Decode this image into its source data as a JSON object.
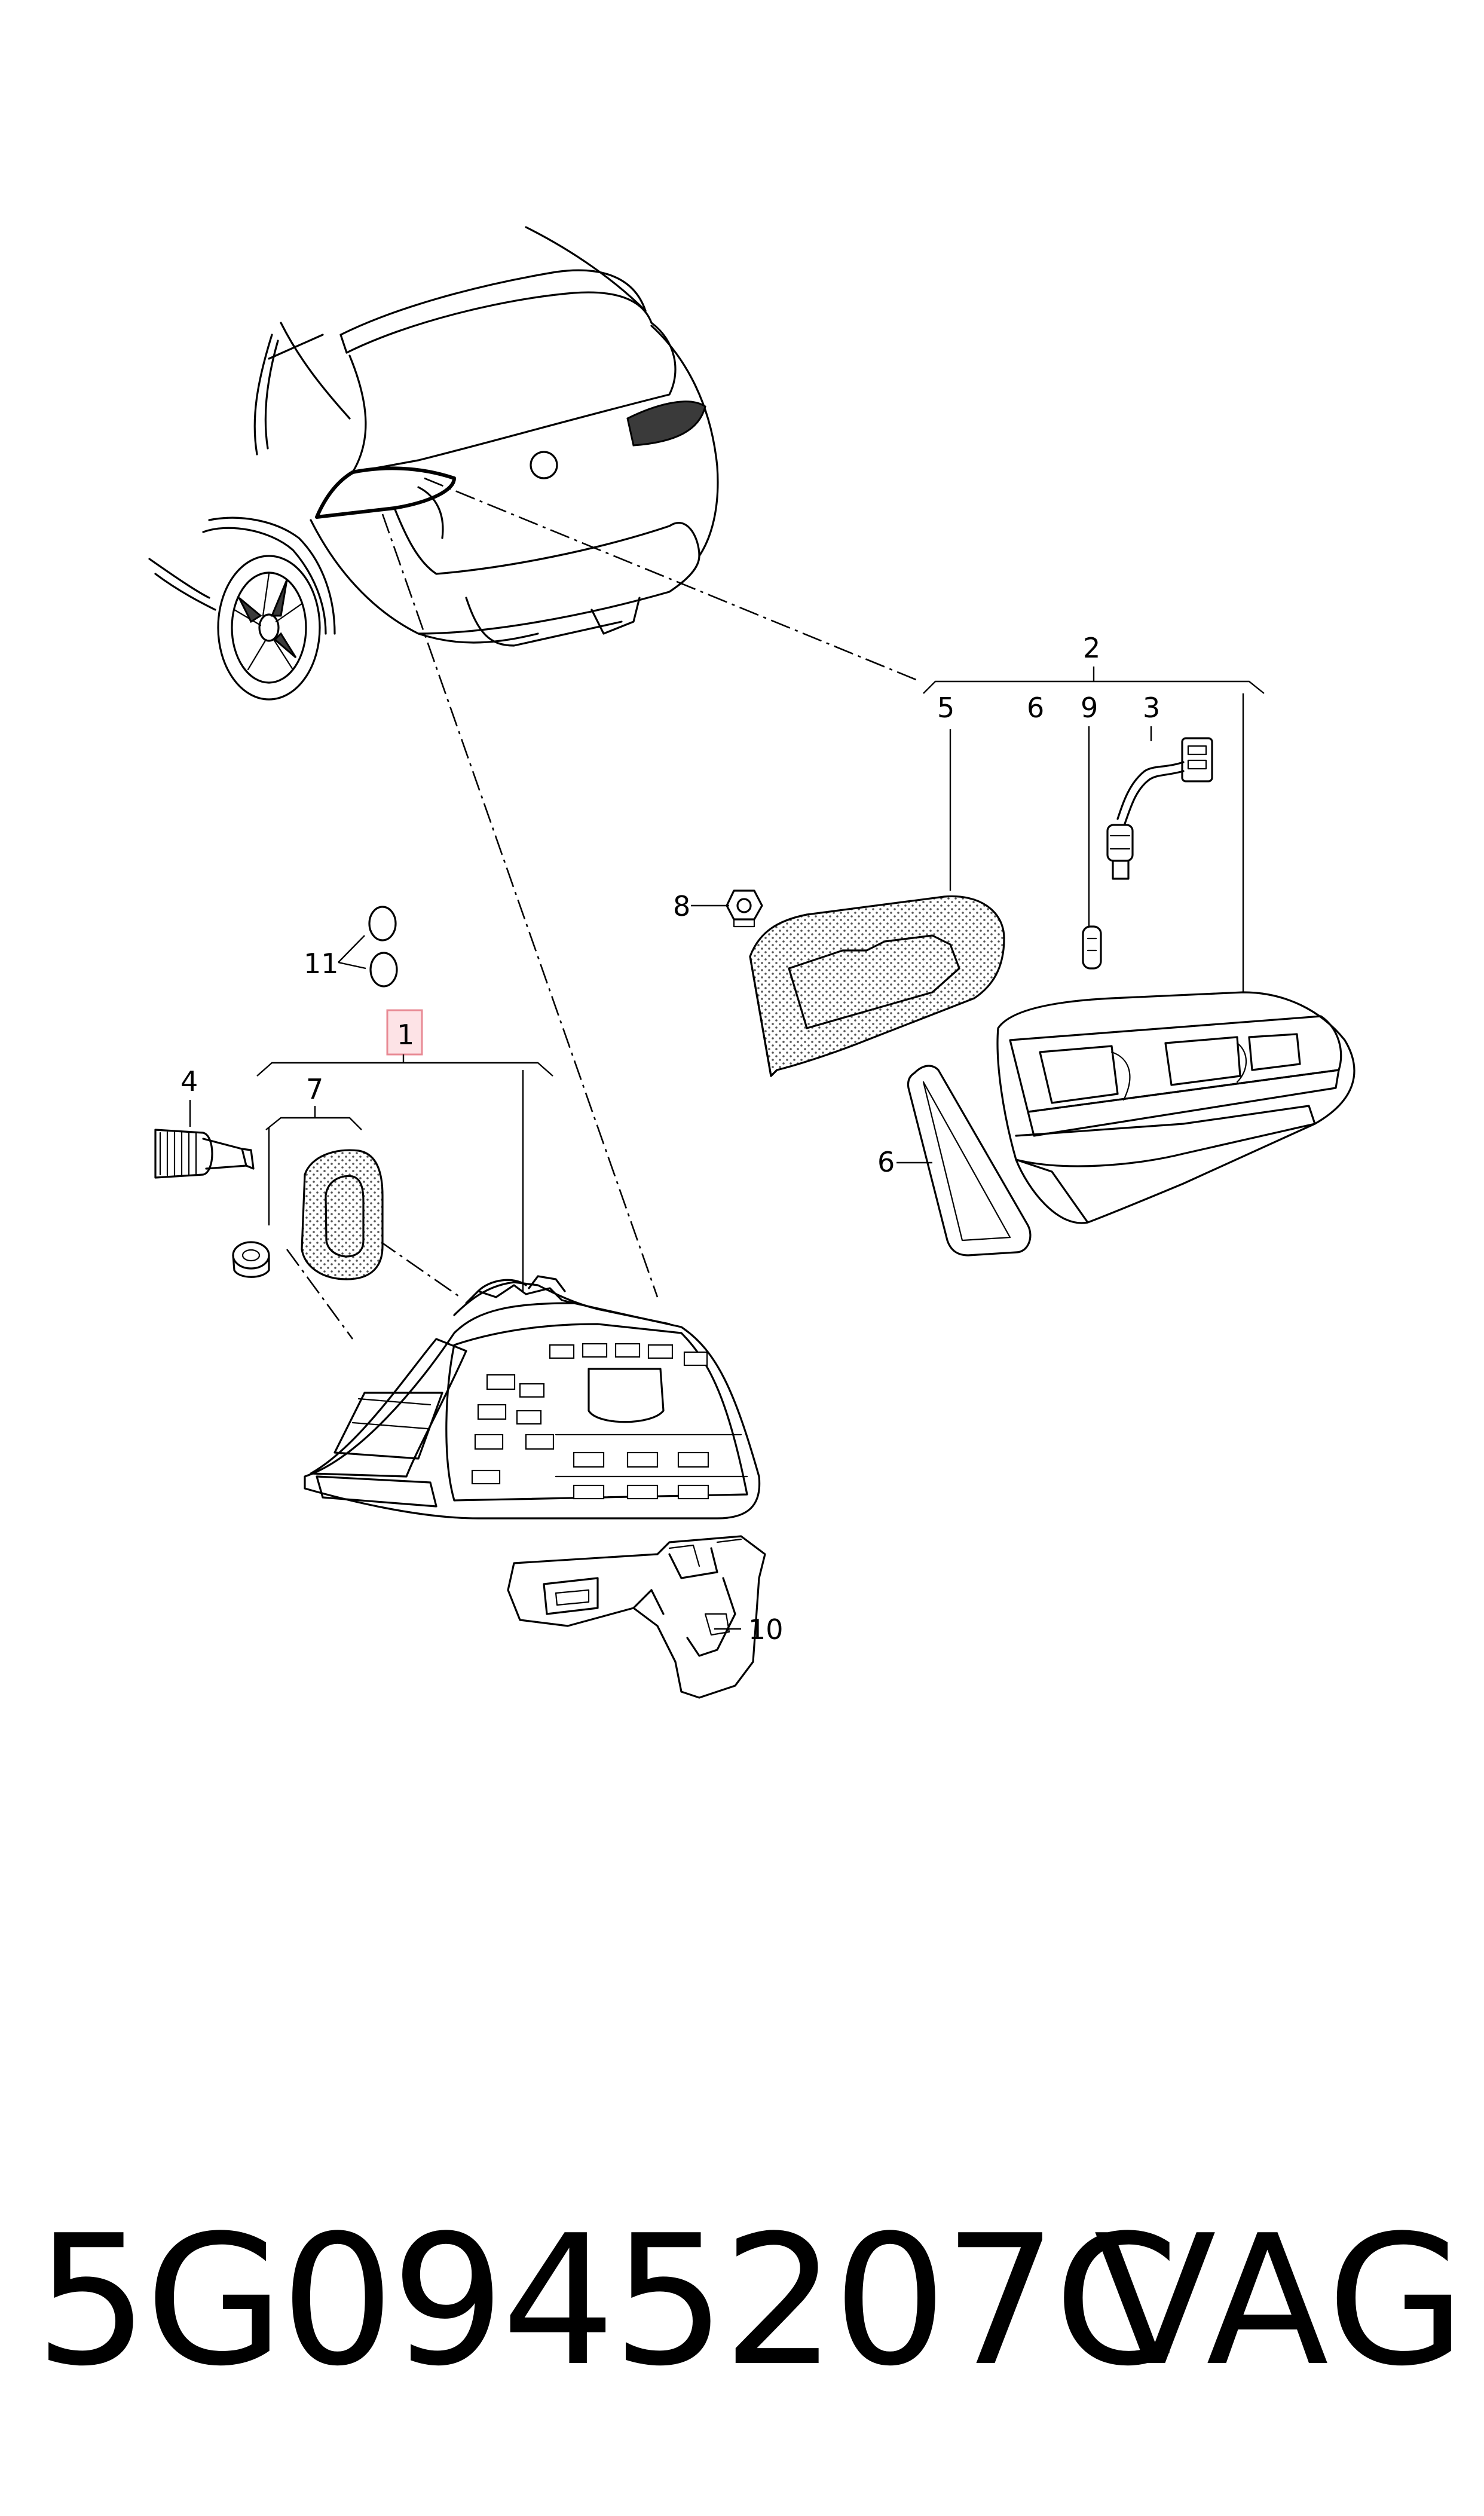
{
  "diagram": {
    "callouts": {
      "c1": "1",
      "c2": "2",
      "c3": "3",
      "c4": "4",
      "c5": "5",
      "c6a": "6",
      "c6b": "6",
      "c7": "7",
      "c8": "8",
      "c9": "9",
      "c10": "10",
      "c11": "11"
    },
    "highlight_color": "#e88a94",
    "highlight_fill": "#fde3e6"
  },
  "footer": {
    "part_number": "5G0945207C",
    "brand": "VAG"
  }
}
